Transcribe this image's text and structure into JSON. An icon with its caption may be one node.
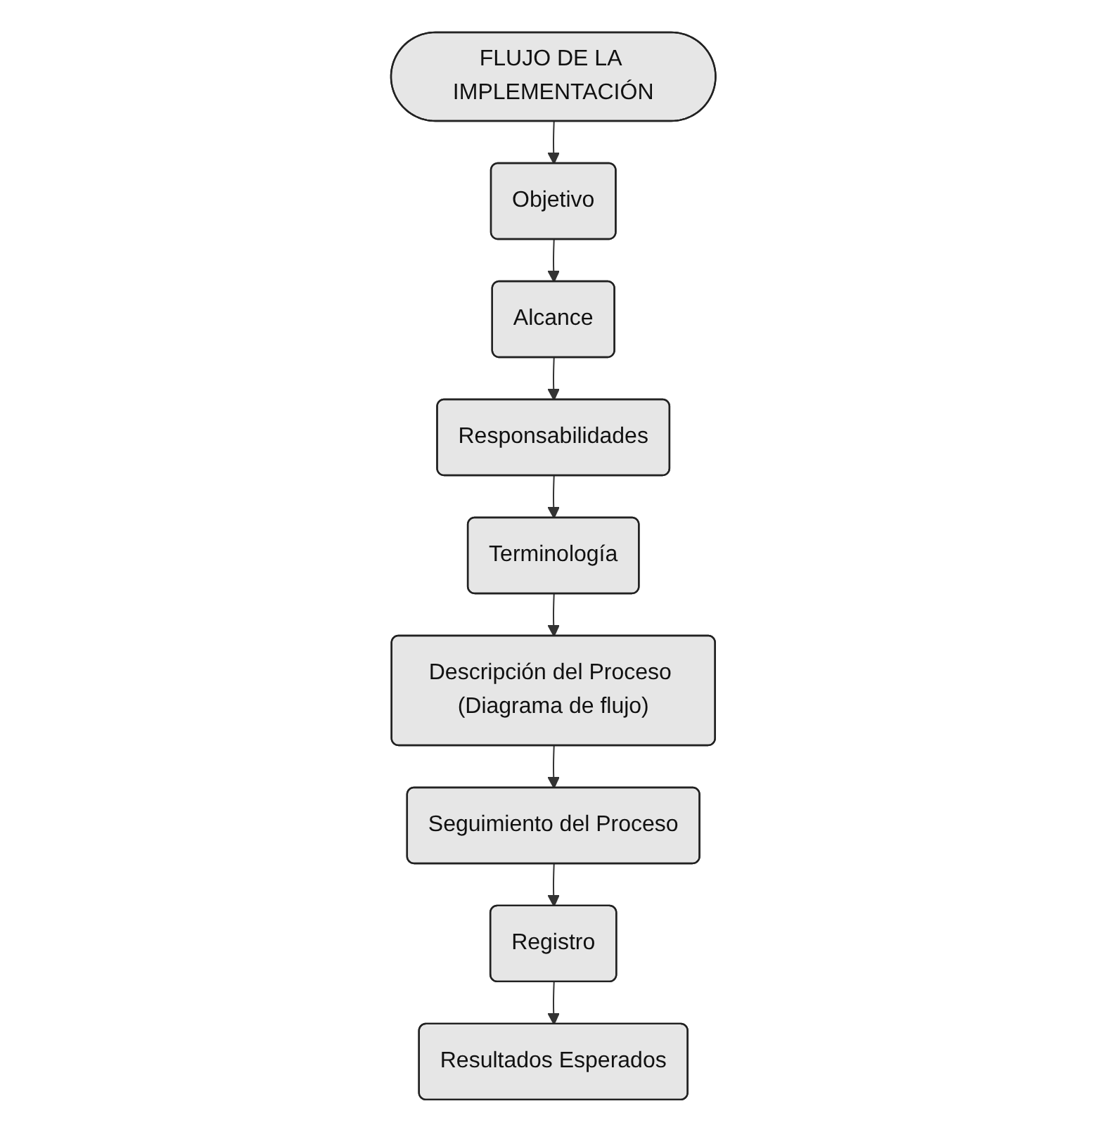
{
  "diagram": {
    "nodes": [
      {
        "text": [
          "FLUJO DE LA IMPLEMENTACIÓN"
        ]
      },
      {
        "text": [
          "Objetivo"
        ]
      },
      {
        "text": [
          "Alcance"
        ]
      },
      {
        "text": [
          "Terminología"
        ]
      },
      {
        "text": [
          "Responsabilidades"
        ]
      },
      {
        "text": [
          "Descripción del Proceso (Diagrama de flujo)"
        ]
      },
      {
        "text": [
          "Seguimiento del Proceso"
        ]
      },
      {
        "text": [
          "Resultados Esperados"
        ]
      },
      {
        "text": [
          "Registro"
        ]
      }
    ],
    "edges": [
      {
        "from": 0,
        "to": 1,
        "arrow": "to"
      },
      {
        "from": 1,
        "to": 2,
        "arrow": "to"
      },
      {
        "from": 2,
        "to": 4,
        "arrow": "to"
      },
      {
        "from": 4,
        "to": 3,
        "arrow": "to"
      },
      {
        "from": 3,
        "to": 5,
        "arrow": "to"
      },
      {
        "from": 5,
        "to": 6,
        "arrow": "to"
      },
      {
        "from": 6,
        "to": 8,
        "arrow": "to"
      },
      {
        "from": 8,
        "to": 7,
        "arrow": "to"
      }
    ]
  }
}
